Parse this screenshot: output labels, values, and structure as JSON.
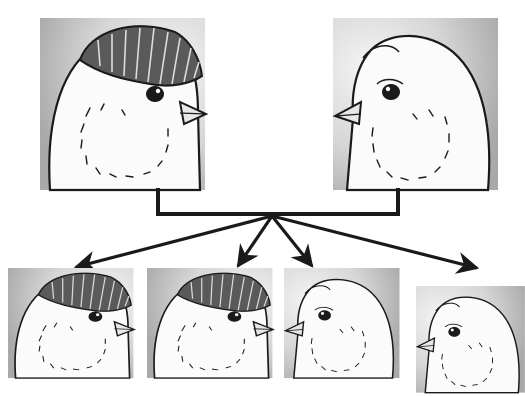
{
  "diagram": {
    "parents": [
      {
        "id": "parent-left",
        "crest": "crested"
      },
      {
        "id": "parent-right",
        "crest": "plain"
      }
    ],
    "offspring": [
      {
        "id": "offspring-1",
        "crest": "crested"
      },
      {
        "id": "offspring-2",
        "crest": "crested"
      },
      {
        "id": "offspring-3",
        "crest": "plain"
      },
      {
        "id": "offspring-4",
        "crest": "plain"
      }
    ],
    "colors": {
      "ink": "#1a1a1a",
      "panel_shade": "#c8c8c8",
      "panel_light": "#f2f2f2",
      "crest_fill": "#555555"
    }
  }
}
